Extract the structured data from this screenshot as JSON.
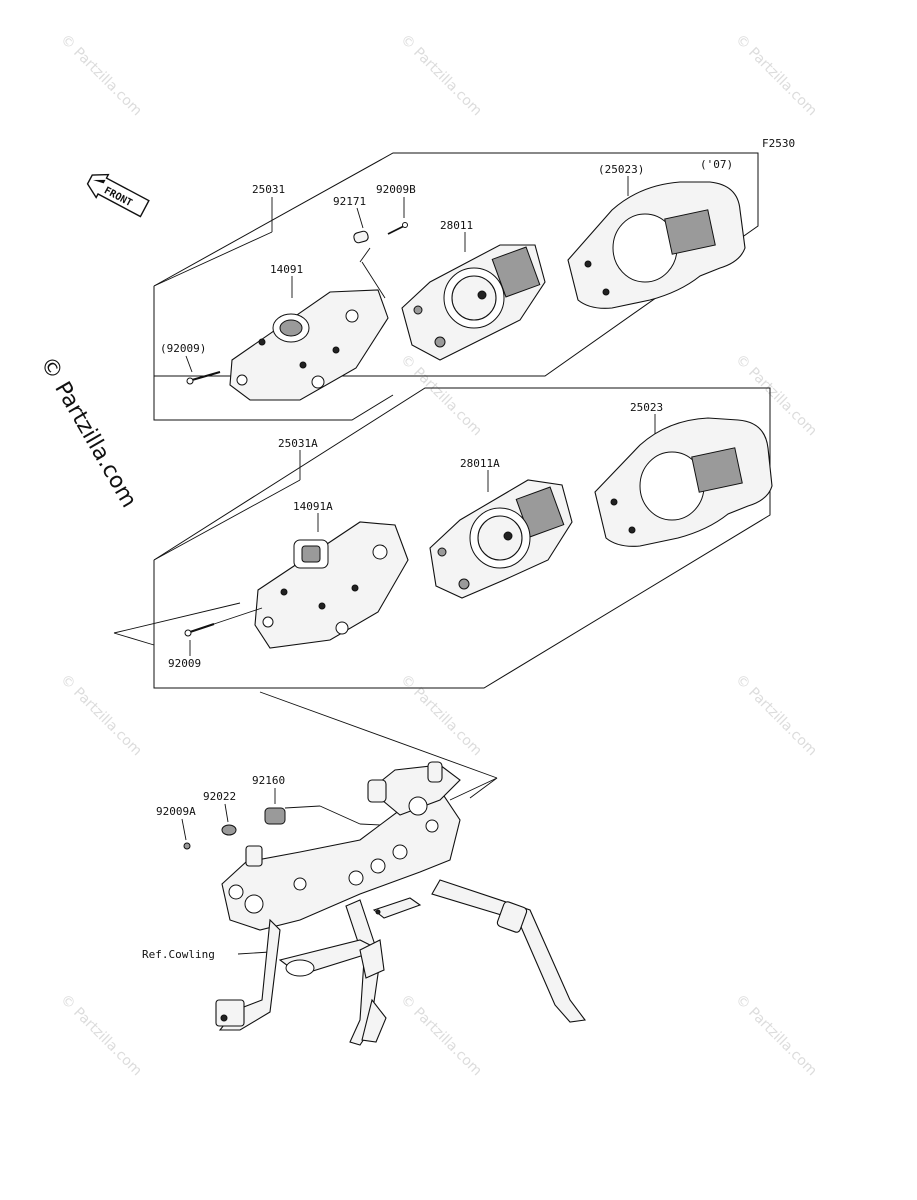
{
  "figure_code": "F2530",
  "front_label": "FRONT",
  "watermark": "© Partzilla.com",
  "watermark_small": "© Partzilla.com",
  "upper_group": {
    "assembly": "25031",
    "bolt_small": "92171",
    "screw_b": "92009B",
    "case": "14091",
    "screw_paren": "(92009)",
    "meter": "28011",
    "cover_paren": "(25023)",
    "year_note": "('07)"
  },
  "lower_group": {
    "assembly": "25031A",
    "case": "14091A",
    "meter": "28011A",
    "cover": "25023",
    "screw": "92009"
  },
  "bracket_group": {
    "damper": "92160",
    "washer": "92022",
    "screw_a": "92009A",
    "ref_note": "Ref.Cowling"
  }
}
